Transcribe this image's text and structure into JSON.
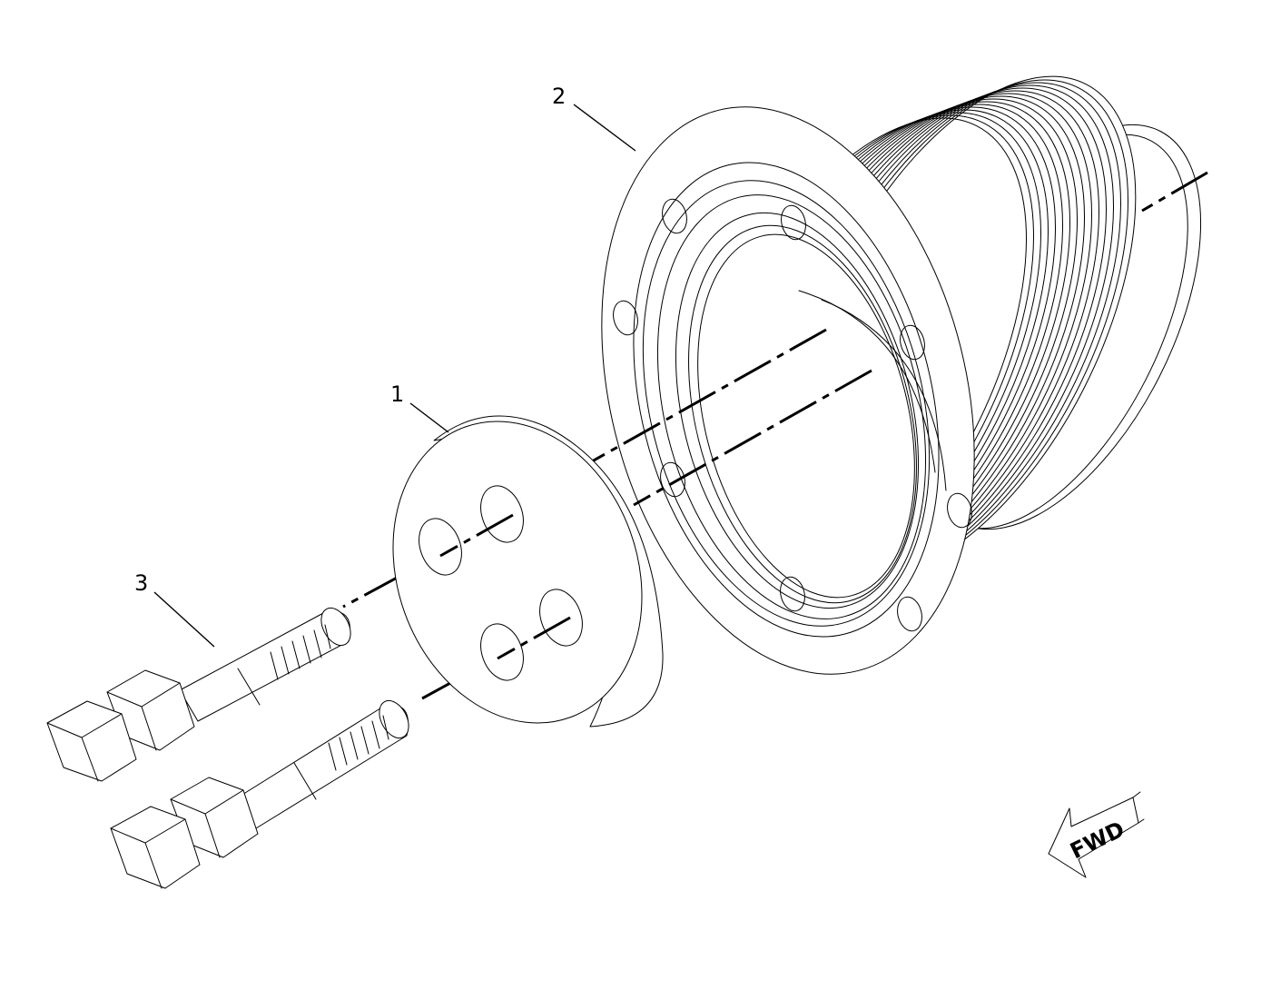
{
  "callouts": {
    "item1": "1",
    "item2": "2",
    "item3": "3"
  },
  "direction_arrow": {
    "label": "FWD",
    "icon": "forward-arrow-icon"
  },
  "colors": {
    "line": "#000000",
    "background": "#ffffff"
  }
}
